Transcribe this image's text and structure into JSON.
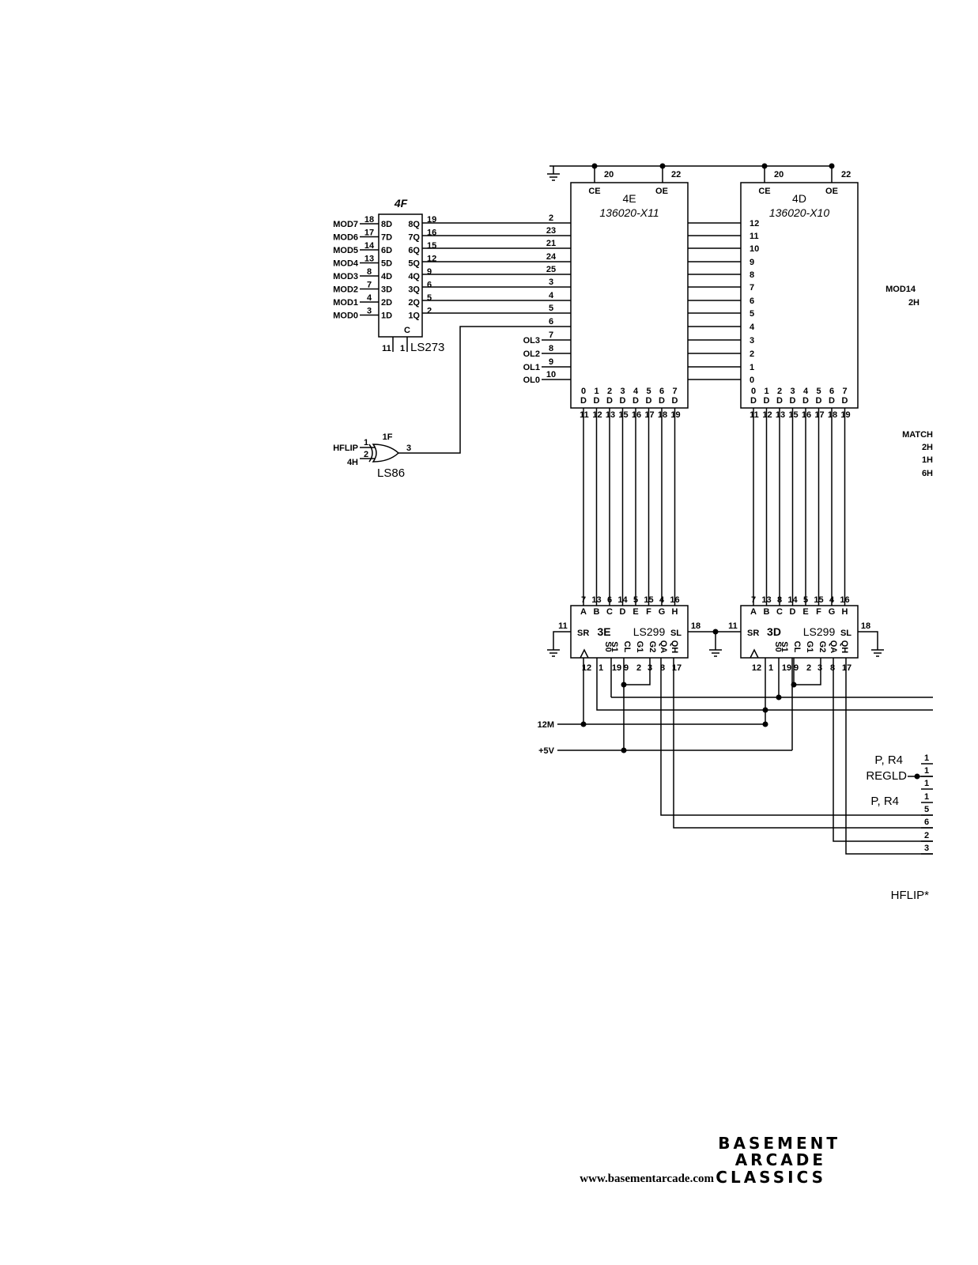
{
  "chip_4F": {
    "ref": "4F",
    "part": "LS273",
    "inputs": [
      {
        "signal": "MOD7",
        "pin": "18",
        "port": "8D"
      },
      {
        "signal": "MOD6",
        "pin": "17",
        "port": "7D"
      },
      {
        "signal": "MOD5",
        "pin": "14",
        "port": "6D"
      },
      {
        "signal": "MOD4",
        "pin": "13",
        "port": "5D"
      },
      {
        "signal": "MOD3",
        "pin": "8",
        "port": "4D"
      },
      {
        "signal": "MOD2",
        "pin": "7",
        "port": "3D"
      },
      {
        "signal": "MOD1",
        "pin": "4",
        "port": "2D"
      },
      {
        "signal": "MOD0",
        "pin": "3",
        "port": "1D"
      }
    ],
    "outputs": [
      {
        "port": "8Q",
        "pin": "19"
      },
      {
        "port": "7Q",
        "pin": "16"
      },
      {
        "port": "6Q",
        "pin": "15"
      },
      {
        "port": "5Q",
        "pin": "12"
      },
      {
        "port": "4Q",
        "pin": "9"
      },
      {
        "port": "3Q",
        "pin": "6"
      },
      {
        "port": "2Q",
        "pin": "5"
      },
      {
        "port": "1Q",
        "pin": "2"
      }
    ],
    "clock_label": "C",
    "bottom_pins": [
      "11",
      "1"
    ]
  },
  "chip_1F": {
    "ref": "1F",
    "part": "LS86",
    "inputs": [
      {
        "signal": "HFLIP",
        "pin": "1"
      },
      {
        "signal": "4H",
        "pin": "2"
      }
    ],
    "output_pin": "3"
  },
  "rom_4E": {
    "ref": "4E",
    "part": "136020-X11",
    "ce": "CE",
    "oe": "OE",
    "ce_pin": "20",
    "oe_pin": "22",
    "address_pins": [
      "2",
      "23",
      "21",
      "24",
      "25",
      "3",
      "4",
      "5",
      "6",
      "7",
      "8",
      "9",
      "10"
    ],
    "data_labels": [
      "0",
      "1",
      "2",
      "3",
      "4",
      "5",
      "6",
      "7"
    ],
    "data_pins": [
      "11",
      "12",
      "13",
      "15",
      "16",
      "17",
      "18",
      "19"
    ]
  },
  "rom_4D": {
    "ref": "4D",
    "part": "136020-X10",
    "ce": "CE",
    "oe": "OE",
    "ce_pin": "20",
    "oe_pin": "22",
    "address_labels": [
      "12",
      "11",
      "10",
      "9",
      "8",
      "7",
      "6",
      "5",
      "4",
      "3",
      "2",
      "1",
      "0"
    ],
    "data_labels": [
      "0",
      "1",
      "2",
      "3",
      "4",
      "5",
      "6",
      "7"
    ],
    "data_pins": [
      "11",
      "12",
      "13",
      "15",
      "16",
      "17",
      "18",
      "19"
    ]
  },
  "ol_signals": [
    "OL3",
    "OL2",
    "OL1",
    "OL0"
  ],
  "shift_3E": {
    "ref": "3E",
    "part": "LS299",
    "in_labels": [
      "A",
      "B",
      "C",
      "D",
      "E",
      "F",
      "G",
      "H"
    ],
    "in_pins": [
      "7",
      "13",
      "6",
      "14",
      "5",
      "15",
      "4",
      "16"
    ],
    "sr": "SR",
    "sl": "SL",
    "sr_pin": "11",
    "sl_pin": "18",
    "ctrl_labels": [
      "S0",
      "S1",
      "CL",
      "G1",
      "G2",
      "QA",
      "QH"
    ],
    "ctrl_pins": [
      "12",
      "1",
      "19",
      "9",
      "2",
      "3",
      "8",
      "17"
    ]
  },
  "shift_3D": {
    "ref": "3D",
    "part": "LS299",
    "in_labels": [
      "A",
      "B",
      "C",
      "D",
      "E",
      "F",
      "G",
      "H"
    ],
    "in_pins": [
      "7",
      "13",
      "8",
      "14",
      "5",
      "15",
      "4",
      "16"
    ],
    "sr": "SR",
    "sl": "SL",
    "sr_pin": "11",
    "sl_pin": "18",
    "ctrl_labels": [
      "S0",
      "S1",
      "CL",
      "G1",
      "G2",
      "QA",
      "QH"
    ],
    "ctrl_pins": [
      "12",
      "1",
      "19",
      "9",
      "2",
      "3",
      "8",
      "17"
    ]
  },
  "bus_signals": [
    "12M",
    "+5V"
  ],
  "right_edge_labels": [
    "MOD14",
    "2H",
    "MATCH",
    "2H",
    "1H",
    "6H",
    "P, R4",
    "REGLD",
    "P, R4",
    "HFLIP*"
  ],
  "right_edge_pins": [
    "1",
    "1",
    "1",
    "1",
    "5",
    "6",
    "2",
    "3"
  ],
  "watermark": {
    "line1": "BASEMENT",
    "line2": "ARCADE",
    "line3": "CLASSICS",
    "url": "www.basementarcade.com"
  },
  "colors": {
    "ink": "#000000",
    "paper": "#ffffff"
  }
}
